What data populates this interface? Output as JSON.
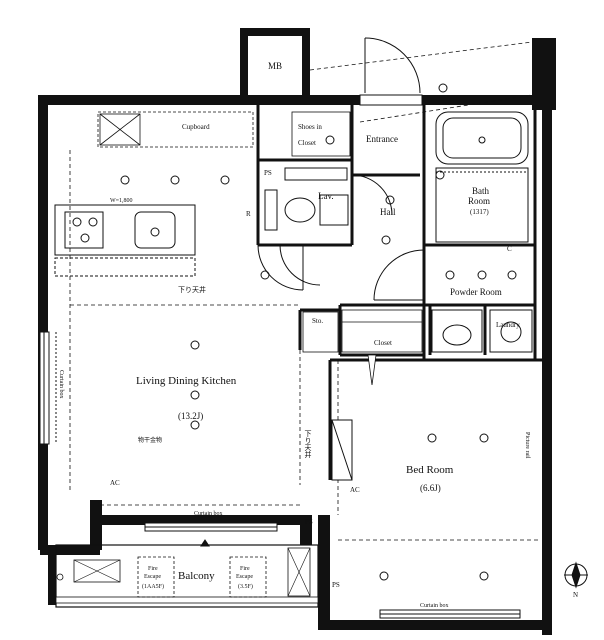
{
  "rooms": {
    "mb": "MB",
    "cupboard": "Cupboard",
    "shoes_closet_line1": "Shoes in",
    "shoes_closet_line2": "Closet",
    "entrance": "Entrance",
    "lav": "Lav.",
    "hall": "Hall",
    "bath_line1": "Bath",
    "bath_line2": "Room",
    "bath_size": "(1317)",
    "powder_room": "Powder Room",
    "storage": "Sto.",
    "closet": "Closet",
    "laundry": "Laundry",
    "ldk": "Living Dining Kitchen",
    "ldk_size": "(13.2J)",
    "bedroom": "Bed Room",
    "bedroom_size": "(6.6J)",
    "balcony": "Balcony"
  },
  "annotations": {
    "ceiling_drop_ldk": "下り天井",
    "ceiling_drop_vertical": "下り天井",
    "kitchen_width": "W=1,800",
    "curtain_box_left": "Curtain box",
    "curtain_box_bottom": "Curtain box",
    "curtain_box_bedroom": "Curtain box",
    "picture_rail": "Picture rail",
    "hanger_fitting": "物干金物",
    "ps_1": "PS",
    "ps_2": "PS",
    "ps_3": "PS",
    "ac_1": "AC",
    "ac_2": "AC",
    "r_mark": "R",
    "c_mark": "C",
    "fire_escape_1_line1": "Fire",
    "fire_escape_1_line2": "Escape",
    "fire_escape_1_line3": "(1AA5F)",
    "fire_escape_2_line1": "Fire",
    "fire_escape_2_line2": "Escape",
    "fire_escape_2_line3": "(3.5F)",
    "compass_north": "N"
  }
}
